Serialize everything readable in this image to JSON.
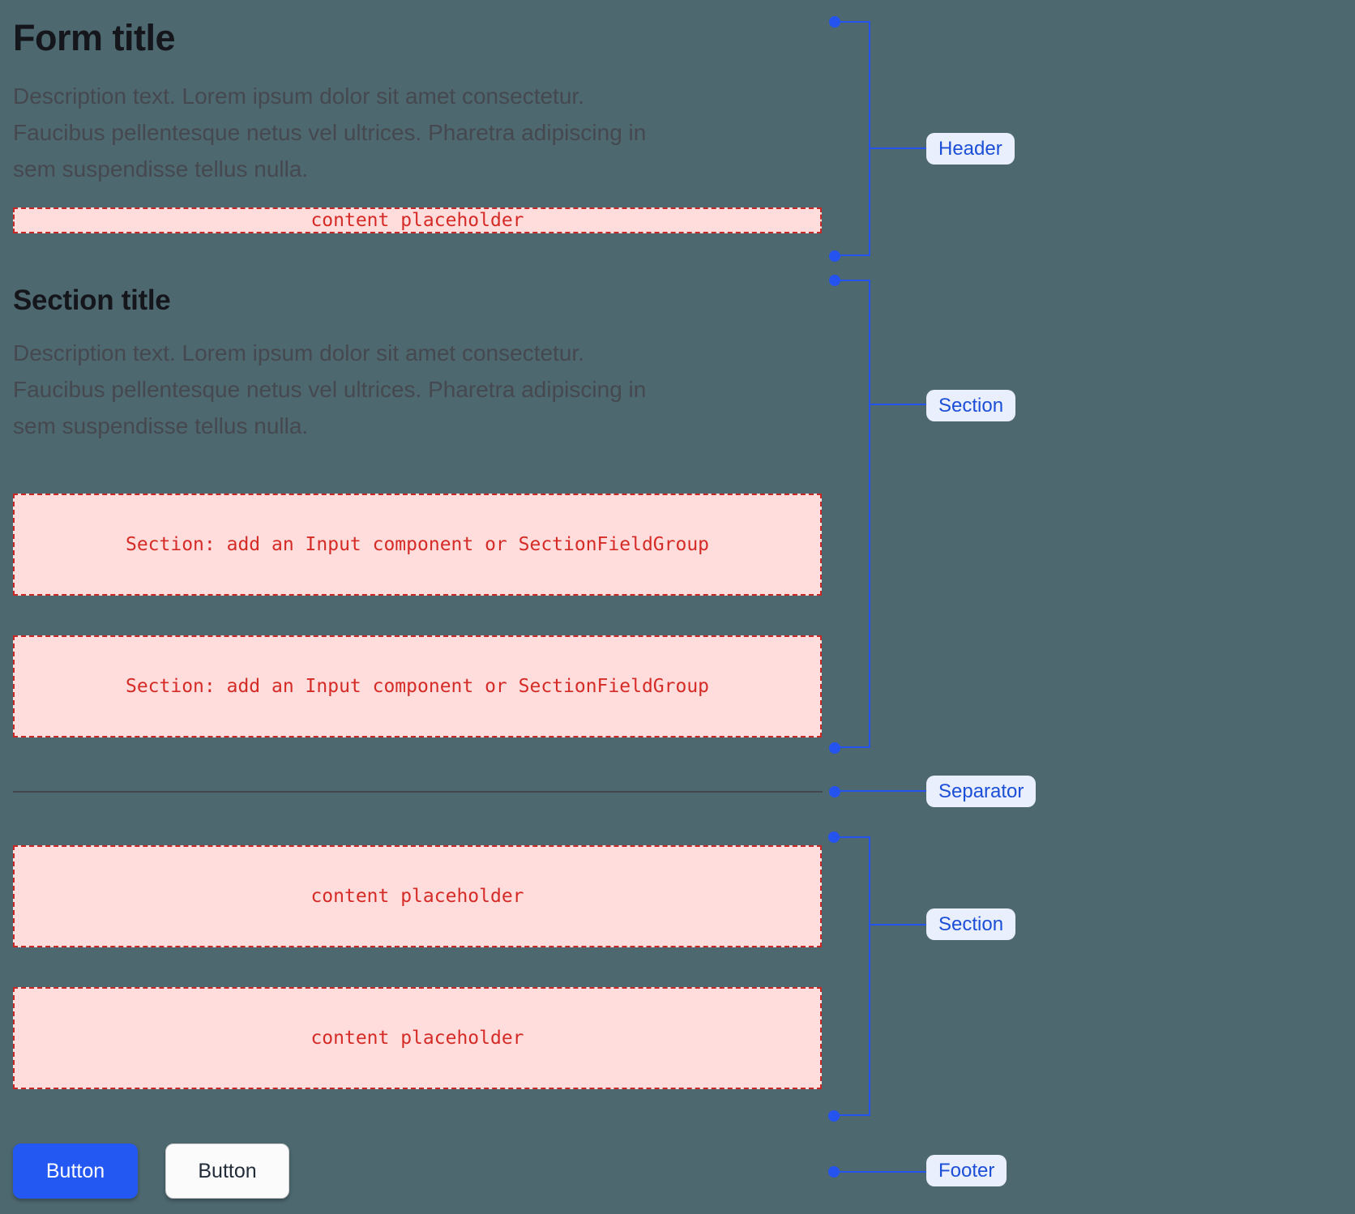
{
  "form": {
    "header": {
      "title": "Form title",
      "description_lines": [
        "Description text. Lorem ipsum dolor sit amet consectetur.",
        "Faucibus pellentesque netus vel ultrices. Pharetra adipiscing in",
        "sem suspendisse tellus nulla."
      ],
      "placeholder": "content placeholder"
    },
    "section_1": {
      "title": "Section title",
      "description_lines": [
        "Description text. Lorem ipsum dolor sit amet consectetur.",
        "Faucibus pellentesque netus vel ultrices. Pharetra adipiscing in",
        "sem suspendisse tellus nulla."
      ],
      "placeholders": [
        "Section: add an Input component or SectionFieldGroup",
        "Section: add an Input component or SectionFieldGroup"
      ]
    },
    "section_2": {
      "placeholders": [
        "content placeholder",
        "content placeholder"
      ]
    },
    "footer": {
      "primary_button": "Button",
      "secondary_button": "Button"
    }
  },
  "annotations": {
    "header": "Header",
    "section_1": "Section",
    "separator": "Separator",
    "section_2": "Section",
    "footer": "Footer"
  },
  "colors": {
    "background": "#4e6870",
    "title_text": "#14161b",
    "description_text": "#45484f",
    "placeholder_bg": "#ffdddd",
    "placeholder_border": "#c92626",
    "placeholder_text": "#d52b26",
    "separator_line": "#42464e",
    "annotation_blue": "#2453ef",
    "annotation_label_bg": "#e9effd",
    "annotation_label_text": "#1c4fd7",
    "primary_button_bg": "#2458f3",
    "primary_button_text": "#ffffff",
    "secondary_button_bg": "#fbfbfc",
    "secondary_button_text": "#232c39"
  }
}
